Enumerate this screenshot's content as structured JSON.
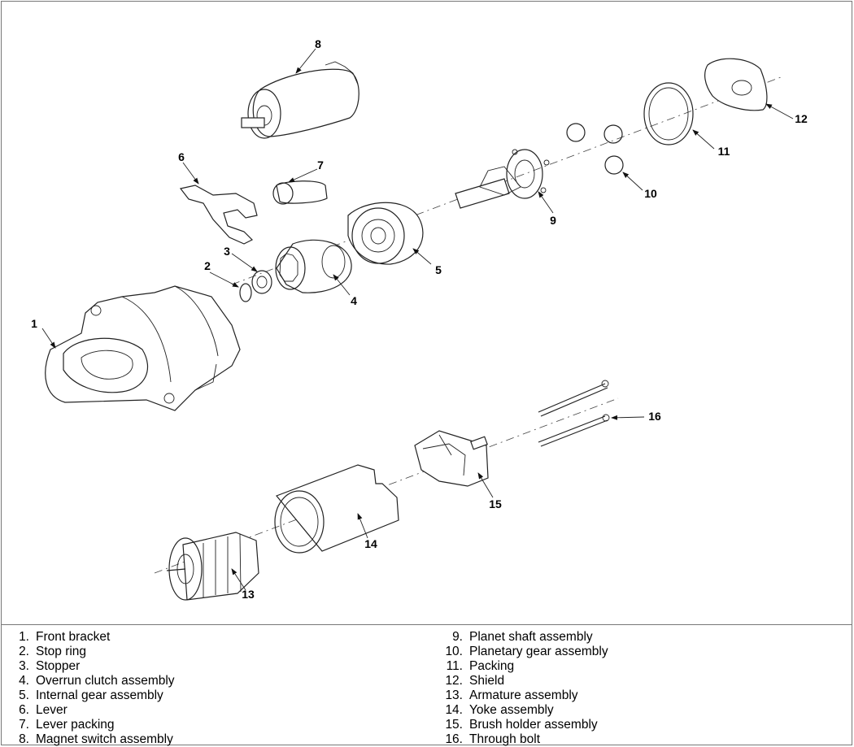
{
  "callouts": [
    "1",
    "2",
    "3",
    "4",
    "5",
    "6",
    "7",
    "8",
    "9",
    "10",
    "11",
    "12",
    "13",
    "14",
    "15",
    "16"
  ],
  "legend": {
    "left": [
      {
        "num": "1.",
        "label": "Front bracket"
      },
      {
        "num": "2.",
        "label": "Stop ring"
      },
      {
        "num": "3.",
        "label": "Stopper"
      },
      {
        "num": "4.",
        "label": "Overrun clutch assembly"
      },
      {
        "num": "5.",
        "label": "Internal gear assembly"
      },
      {
        "num": "6.",
        "label": "Lever"
      },
      {
        "num": "7.",
        "label": "Lever packing"
      },
      {
        "num": "8.",
        "label": "Magnet switch assembly"
      }
    ],
    "right": [
      {
        "num": "9.",
        "label": "Planet shaft assembly"
      },
      {
        "num": "10.",
        "label": "Planetary gear assembly"
      },
      {
        "num": "11.",
        "label": "Packing"
      },
      {
        "num": "12.",
        "label": "Shield"
      },
      {
        "num": "13.",
        "label": "Armature assembly"
      },
      {
        "num": "14.",
        "label": "Yoke assembly"
      },
      {
        "num": "15.",
        "label": "Brush holder assembly"
      },
      {
        "num": "16.",
        "label": "Through bolt"
      }
    ]
  }
}
